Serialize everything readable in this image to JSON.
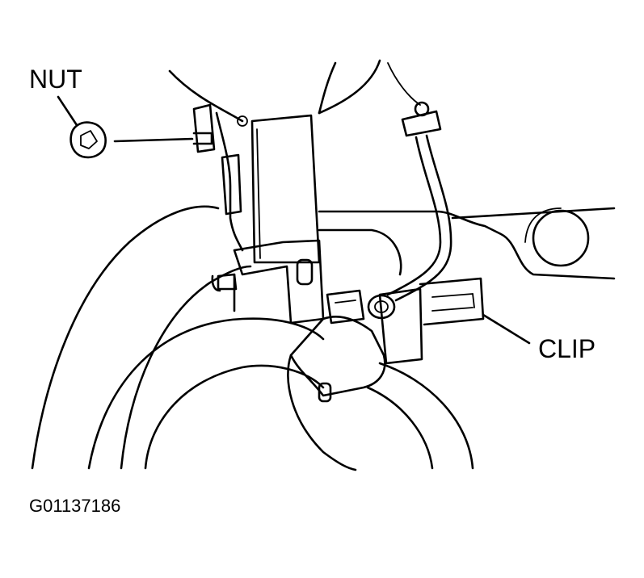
{
  "diagram": {
    "labels": {
      "nut": "NUT",
      "clip": "CLIP",
      "figure_id": "G01137186"
    },
    "colors": {
      "ink": "#000000",
      "paper": "#ffffff"
    }
  }
}
